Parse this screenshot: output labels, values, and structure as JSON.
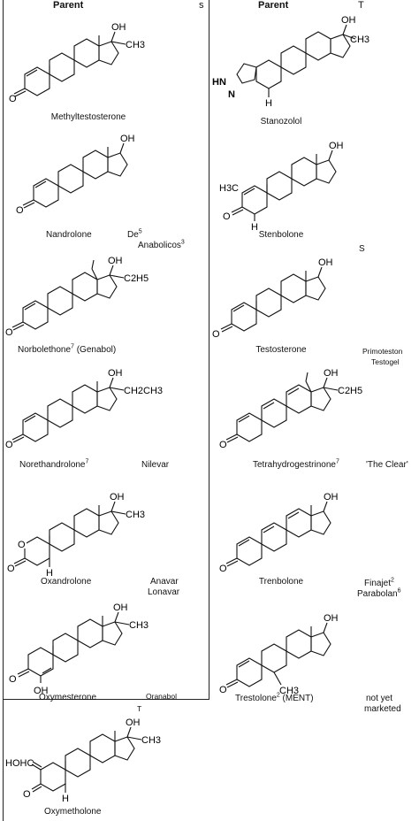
{
  "headers": {
    "left_parent": "Parent",
    "left_clipped": "s",
    "right_parent": "Parent",
    "right_clipped": "T"
  },
  "compounds": {
    "methyltestosterone": {
      "name": "Methyltestosterone"
    },
    "stanozolol": {
      "name": "Stanozolol"
    },
    "nandrolone": {
      "name": "Nandrolone",
      "trade_fragment": "De",
      "trade_sup_ref": "5",
      "trade2": "Anabolicos",
      "trade2_ref": "3"
    },
    "stenbolone": {
      "name": "Stenbolone",
      "trade_fragment": "S"
    },
    "norbolethone": {
      "name": "Norbolethone",
      "ref": "7",
      "suffix": " (Genabol)"
    },
    "testosterone": {
      "name": "Testosterone",
      "trade": "Primoteston",
      "trade2": "Testogel"
    },
    "norethandrolone": {
      "name": "Norethandrolone",
      "ref": "7",
      "trade": "Nilevar"
    },
    "tetrahydrogestrinone": {
      "name": "Tetrahydrogestrinone",
      "ref": "7",
      "trade": "'The Clear'"
    },
    "oxandrolone": {
      "name": "Oxandrolone",
      "trade": "Anavar",
      "trade2": "Lonavar"
    },
    "trenbolone": {
      "name": "Trenbolone",
      "trade": "Finajet",
      "trade_ref": "2",
      "trade2": "Parabolan",
      "trade2_ref": "6"
    },
    "oxymesterone": {
      "name": "Oxymesterone",
      "trade": "Oranabol",
      "trade2": "T"
    },
    "trestolone": {
      "name": "Trestolone",
      "ref": "2",
      "suffix": " (MENT)",
      "trade": "not yet",
      "trade2": "marketed"
    },
    "oxymetholone": {
      "name": "Oxymetholone"
    }
  },
  "atoms": {
    "oh": "OH",
    "ch3": "CH3",
    "c2h5": "C2H5",
    "ch2ch3": "CH2CH3",
    "o": "O",
    "h": "H",
    "hn": "HN",
    "n": "N",
    "h3c": "H3C",
    "hohc": "HOHC"
  }
}
